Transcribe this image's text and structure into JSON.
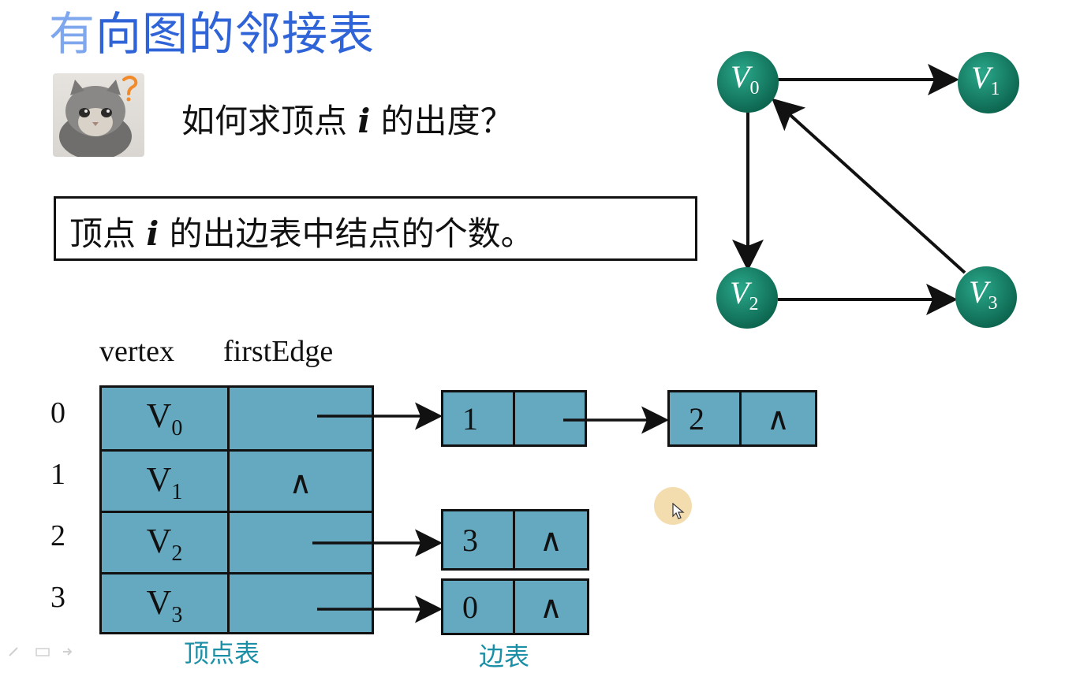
{
  "slide": {
    "title_first": "有",
    "title_rest": "向图的邻接表",
    "question_pre": "如何求顶点 ",
    "question_var": "i",
    "question_post": " 的出度？",
    "answer_pre": "顶点 ",
    "answer_var": "i",
    "answer_post": " 的出边表中结点的个数。"
  },
  "graph": {
    "nodes": [
      {
        "id": "V0",
        "letter": "V",
        "sub": "0"
      },
      {
        "id": "V1",
        "letter": "V",
        "sub": "1"
      },
      {
        "id": "V2",
        "letter": "V",
        "sub": "2"
      },
      {
        "id": "V3",
        "letter": "V",
        "sub": "3"
      }
    ],
    "edges": [
      [
        "V0",
        "V1"
      ],
      [
        "V0",
        "V2"
      ],
      [
        "V2",
        "V3"
      ],
      [
        "V3",
        "V0"
      ]
    ],
    "node_color": "#127a63"
  },
  "table": {
    "col_vertex": "vertex",
    "col_firstedge": "firstEdge",
    "indices": [
      "0",
      "1",
      "2",
      "3"
    ],
    "rows": [
      {
        "letter": "V",
        "sub": "0",
        "first": ""
      },
      {
        "letter": "V",
        "sub": "1",
        "first": "∧"
      },
      {
        "letter": "V",
        "sub": "2",
        "first": ""
      },
      {
        "letter": "V",
        "sub": "3",
        "first": ""
      }
    ],
    "cell_color": "#65a9c0"
  },
  "edge_lists": [
    {
      "nodes": [
        {
          "adj": "1",
          "next": ""
        },
        {
          "adj": "2",
          "next": "∧"
        }
      ]
    },
    {
      "nodes": [
        {
          "adj": "3",
          "next": "∧"
        }
      ]
    },
    {
      "nodes": [
        {
          "adj": "0",
          "next": "∧"
        }
      ]
    }
  ],
  "captions": {
    "vertex_table": "顶点表",
    "edge_table": "边表"
  },
  "icons": {
    "thinking": "cat-question-icon",
    "cursor": "mouse-pointer-icon"
  }
}
